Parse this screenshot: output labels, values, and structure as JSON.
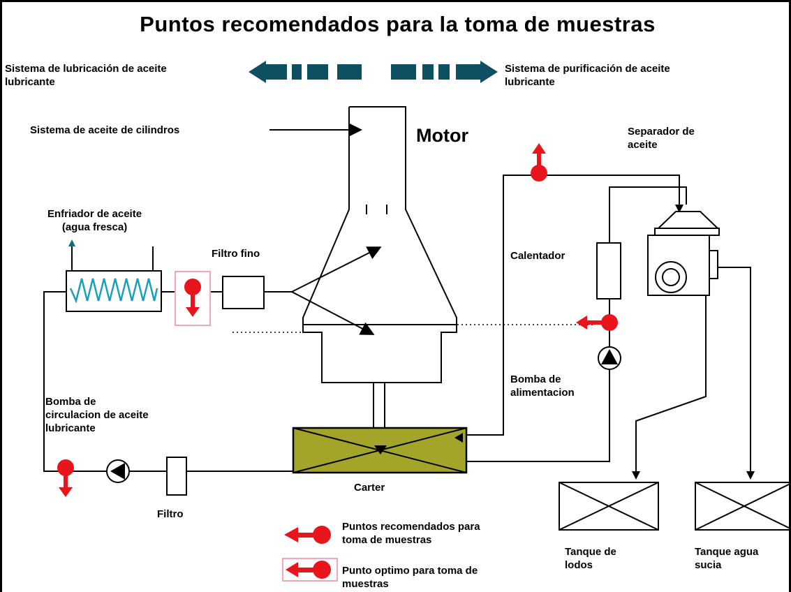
{
  "title": "Puntos recomendados para la toma de muestras",
  "labels": {
    "lubrication_system": "Sistema de lubricación de aceite\nlubricante",
    "purification_system": "Sistema de purificación de aceite\nlubricante",
    "cylinder_oil": "Sistema de aceite de cilindros",
    "motor": "Motor",
    "separator": "Separador de\naceite",
    "cooler": "Enfriador de aceite\n(agua fresca)",
    "fine_filter": "Filtro fino",
    "heater": "Calentador",
    "feed_pump": "Bomba de\nalimentacion",
    "circ_pump": "Bomba de\ncirculacion de aceite\nlubricante",
    "crankcase": "Carter",
    "filter": "Filtro",
    "sludge_tank": "Tanque de\nlodos",
    "dirty_water_tank": "Tanque agua\nsucia"
  },
  "legend": {
    "recommended": "Puntos recomendados para\ntoma de muestras",
    "optimal": "Punto optimo para toma de\nmuestras"
  },
  "colors": {
    "sample_point": "#e8161c",
    "optimal_border": "#f2a7b8",
    "crankcase_oil": "#a3a42a",
    "coil": "#1a9fb8",
    "arrow_blue": "#0f4f62",
    "line": "#000000"
  }
}
